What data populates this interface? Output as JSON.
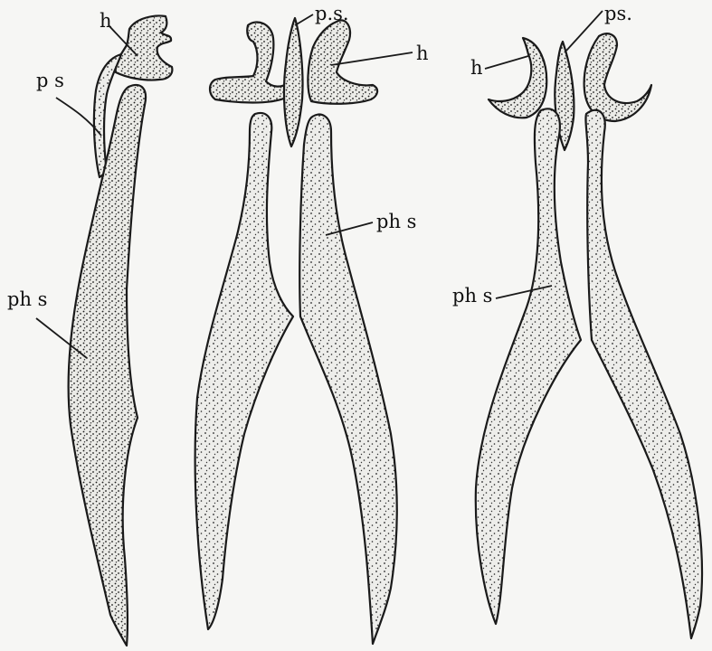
{
  "figure": {
    "labels": {
      "left_h": "h",
      "left_ps": "p s",
      "left_phs": "ph s",
      "mid_ps": "p.s.",
      "mid_h": "h",
      "mid_phs": "ph s",
      "right_ps": "ps.",
      "right_h": "h",
      "right_phs": "ph s"
    },
    "colors": {
      "ink": "#1a1a1a",
      "paper": "#f6f6f4",
      "tissue": "#ededea"
    }
  }
}
